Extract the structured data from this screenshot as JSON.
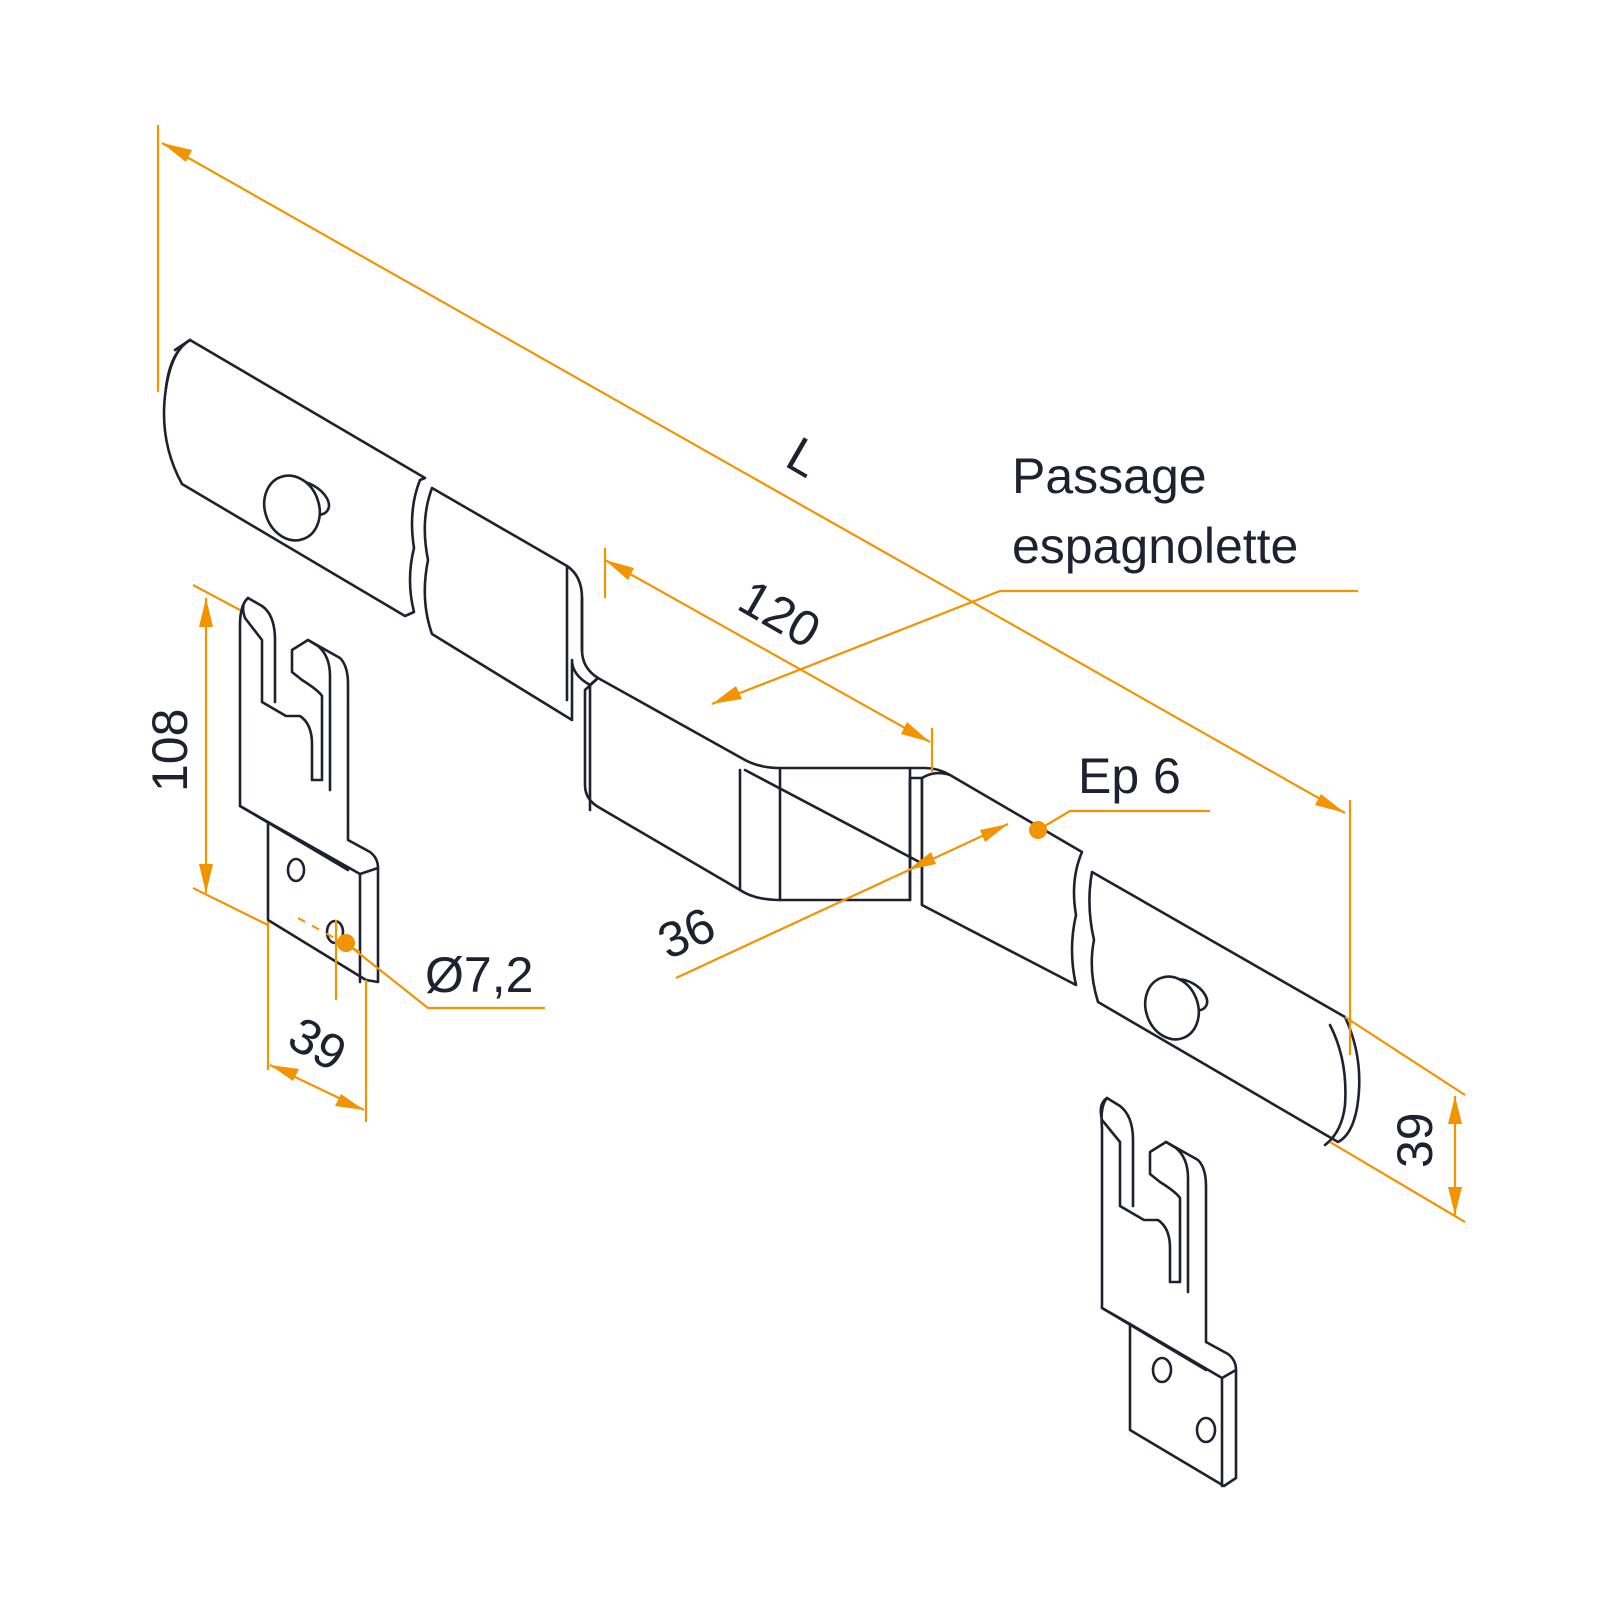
{
  "labels": {
    "length": "L",
    "passage_line1": "Passage",
    "passage_line2": "espagnolette",
    "offset": "120",
    "thickness": "Ep 6",
    "depth": "36",
    "height": "108",
    "hole": "Ø7,2",
    "plate_width": "39",
    "bar_width": "39"
  },
  "colors": {
    "dimension": "#f29400",
    "outline": "#1f2030",
    "background": "#ffffff"
  }
}
